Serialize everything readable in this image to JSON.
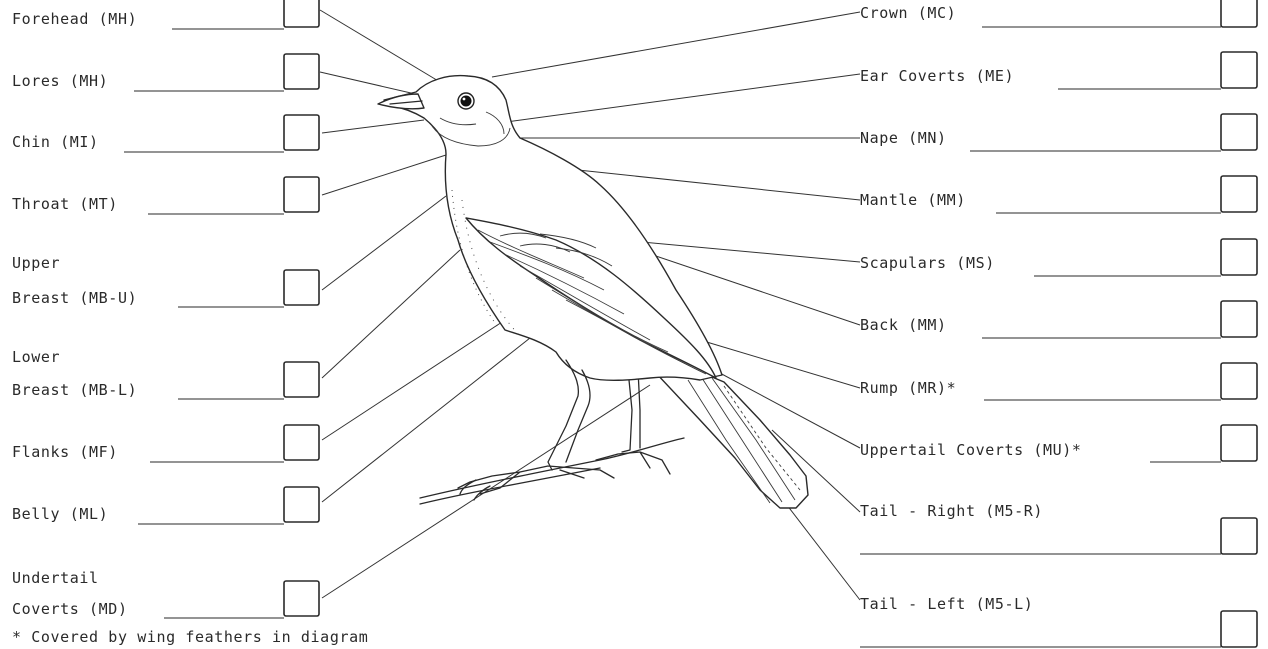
{
  "left_fields": [
    {
      "id": "forehead",
      "lines": [
        "Forehead (MH)"
      ]
    },
    {
      "id": "lores",
      "lines": [
        "Lores (MH)"
      ]
    },
    {
      "id": "chin",
      "lines": [
        "Chin (MI)"
      ]
    },
    {
      "id": "throat",
      "lines": [
        "Throat (MT)"
      ]
    },
    {
      "id": "upper-breast",
      "lines": [
        "Upper",
        "Breast (MB-U)"
      ]
    },
    {
      "id": "lower-breast",
      "lines": [
        "Lower",
        "Breast (MB-L)"
      ]
    },
    {
      "id": "flanks",
      "lines": [
        "Flanks (MF)"
      ]
    },
    {
      "id": "belly",
      "lines": [
        "Belly (ML)"
      ]
    },
    {
      "id": "undertail-coverts",
      "lines": [
        "Undertail",
        "Coverts (MD)"
      ]
    }
  ],
  "right_fields": [
    {
      "id": "crown",
      "lines": [
        "Crown (MC)"
      ]
    },
    {
      "id": "ear-coverts",
      "lines": [
        "Ear Coverts (ME)"
      ]
    },
    {
      "id": "nape",
      "lines": [
        "Nape (MN)"
      ]
    },
    {
      "id": "mantle",
      "lines": [
        "Mantle (MM)"
      ]
    },
    {
      "id": "scapulars",
      "lines": [
        "Scapulars (MS)"
      ]
    },
    {
      "id": "back",
      "lines": [
        "Back (MM)"
      ]
    },
    {
      "id": "rump",
      "lines": [
        "Rump (MR)*"
      ]
    },
    {
      "id": "uppertail-coverts",
      "lines": [
        "Uppertail Coverts (MU)*"
      ]
    },
    {
      "id": "tail-right",
      "lines": [
        "Tail - Right (M5-R)"
      ]
    },
    {
      "id": "tail-left",
      "lines": [
        "Tail - Left (M5-L)"
      ]
    }
  ],
  "footnote": "* Covered by wing feathers in diagram"
}
